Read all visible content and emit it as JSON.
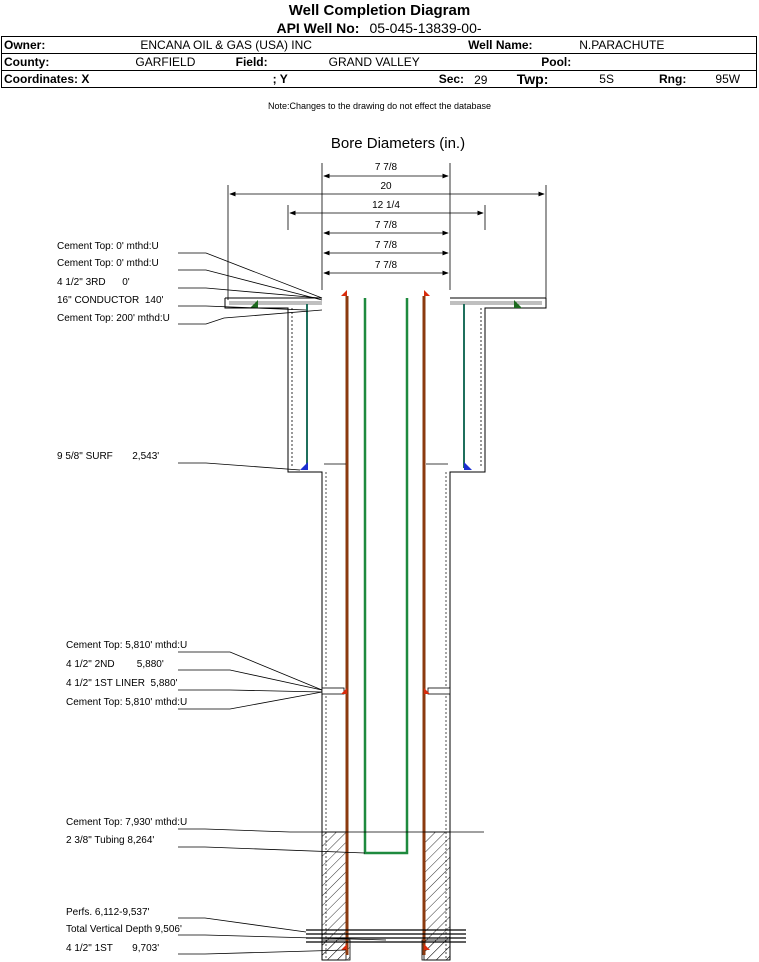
{
  "title": "Well Completion Diagram",
  "header": {
    "api_label": "API Well No:",
    "api_value": "05-045-13839-00-",
    "owner_label": "Owner:",
    "owner_value": "ENCANA OIL & GAS (USA) INC",
    "well_name_label": "Well Name:",
    "well_name_value": "N.PARACHUTE",
    "county_label": "County:",
    "county_value": "GARFIELD",
    "field_label": "Field:",
    "field_value": "GRAND VALLEY",
    "pool_label": "Pool:",
    "pool_value": "",
    "coords_label": "Coordinates: X",
    "coords_y_label": "; Y",
    "sec_label": "Sec:",
    "sec_value": "29",
    "twp_label": "Twp:",
    "twp_value": "5S",
    "rng_label": "Rng:",
    "rng_value": "95W"
  },
  "note": "Note:Changes to the drawing do not effect the database",
  "diagram": {
    "bore_title": "Bore Diameters (in.)",
    "bore_dims": [
      "7 7/8",
      "20",
      "12 1/4",
      "7 7/8",
      "7 7/8",
      "7 7/8"
    ],
    "labels": [
      "Cement Top: 0' mthd:U",
      "Cement Top: 0' mthd:U",
      "4 1/2\" 3RD      0'",
      "16\" CONDUCTOR  140'",
      "Cement Top: 200' mthd:U",
      "9 5/8\" SURF       2,543'",
      "Cement Top: 5,810' mthd:U",
      "4 1/2\" 2ND        5,880'",
      "4 1/2\" 1ST LINER  5,880'",
      "Cement Top: 5,810' mthd:U",
      "Cement Top: 7,930' mthd:U",
      "2 3/8\" Tubing 8,264'",
      "Perfs. 6,112-9,537'",
      "Total Vertical Depth 9,506'",
      "4 1/2\" 1ST       9,703'"
    ]
  },
  "colors": {
    "casing_brown": "#8B3A0F",
    "tubing_green": "#1E8A3E",
    "surface_teal": "#1F6F5C",
    "marker_red": "#D92B0B",
    "marker_blue": "#1B2FD0",
    "marker_green": "#1D6A1F"
  }
}
